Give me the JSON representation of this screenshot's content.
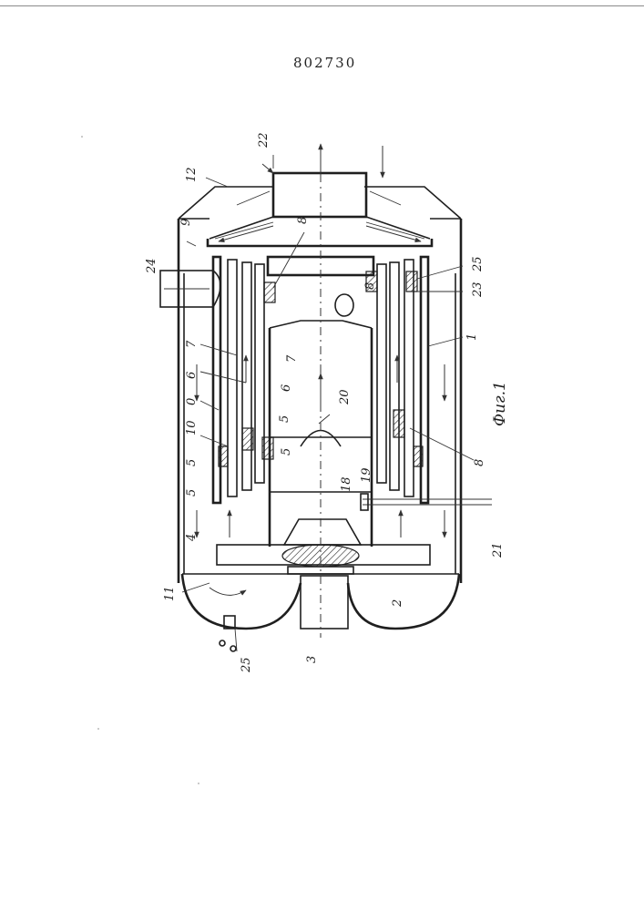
{
  "document": {
    "number": "802730",
    "figure_caption": "Фиг.1"
  },
  "callouts": {
    "c1": "1",
    "c2": "2",
    "c3": "3",
    "c4": "4",
    "c5a": "5",
    "c5b": "5",
    "c5c": "5",
    "c5d": "5",
    "c6a": "6",
    "c6b": "6",
    "c7a": "7",
    "c7b": "7",
    "c8a": "8",
    "c8b": "8",
    "c8c": "8",
    "c9": "9",
    "c10": "10",
    "c11": "11",
    "c12": "12",
    "c0": "0",
    "c18": "18",
    "c19": "19",
    "c20": "20",
    "c21": "21",
    "c22": "22",
    "c23": "23",
    "c24": "24",
    "c25a": "25",
    "c25b": "25"
  }
}
